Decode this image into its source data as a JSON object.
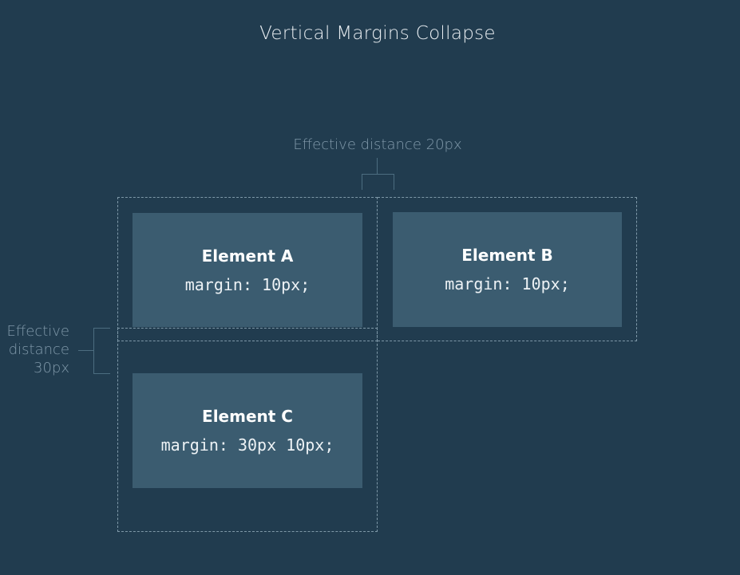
{
  "title": "Vertical Margins Collapse",
  "annotations": {
    "horizontal_gap": {
      "label": "Effective distance 20px"
    },
    "vertical_gap": {
      "line1": "Effective",
      "line2": "distance",
      "line3": "30px"
    }
  },
  "elements": [
    {
      "name": "Element A",
      "code": "margin: 10px;"
    },
    {
      "name": "Element B",
      "code": "margin: 10px;"
    },
    {
      "name": "Element C",
      "code": "margin: 30px 10px;"
    }
  ],
  "colors": {
    "background": "#213C4F",
    "element_box_fill": "#3B5C70",
    "dashed_outline": "#7E98A8",
    "bracket_line": "#4C6D80",
    "title_text": "#E9EEF2",
    "annotation_text": "#8099AA",
    "element_text": "#FFFFFF"
  }
}
